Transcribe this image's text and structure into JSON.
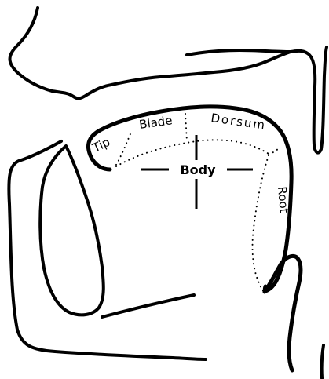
{
  "diagram": {
    "labels": {
      "tip": "Tip",
      "blade": "Blade",
      "dorsum": "Dorsum",
      "body": "Body",
      "root": "Root"
    }
  }
}
